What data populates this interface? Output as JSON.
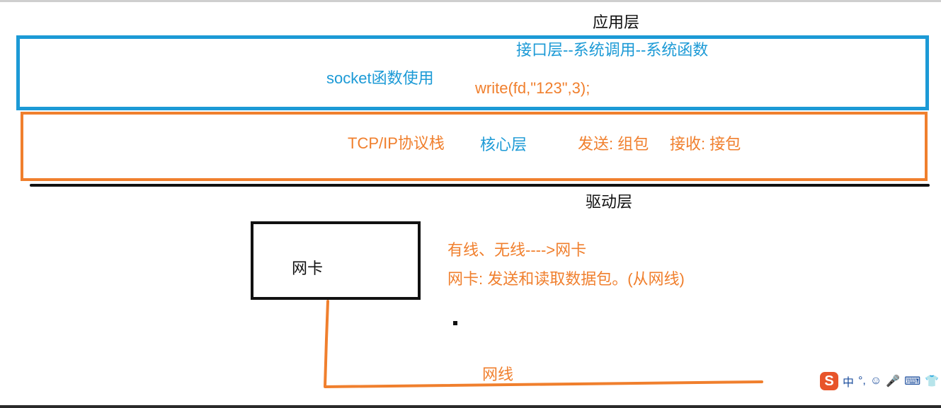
{
  "layers": {
    "application": "应用层",
    "interface": "接口层--系统调用--系统函数",
    "socket_usage": "socket函数使用",
    "write_call": "write(fd,\"123\",3);",
    "tcpip_stack": "TCP/IP协议栈",
    "core": "核心层",
    "send_pack": "发送:  组包",
    "receive_unpack": "接收: 接包",
    "driver": "驱动层"
  },
  "nic": {
    "label": "网卡",
    "note_1": "有线、无线---->网卡",
    "note_2": "网卡: 发送和读取数据包。(从网线)",
    "cable": "网线"
  },
  "ime_toolbar": {
    "logo": "S",
    "mode": "中",
    "punct": "°,",
    "emoji": "☺",
    "mic": "🎤",
    "keyboard": "⌨",
    "skin": "👕"
  },
  "colors": {
    "blue": "#1c9ad6",
    "orange": "#f07f2d",
    "black": "#111111"
  }
}
